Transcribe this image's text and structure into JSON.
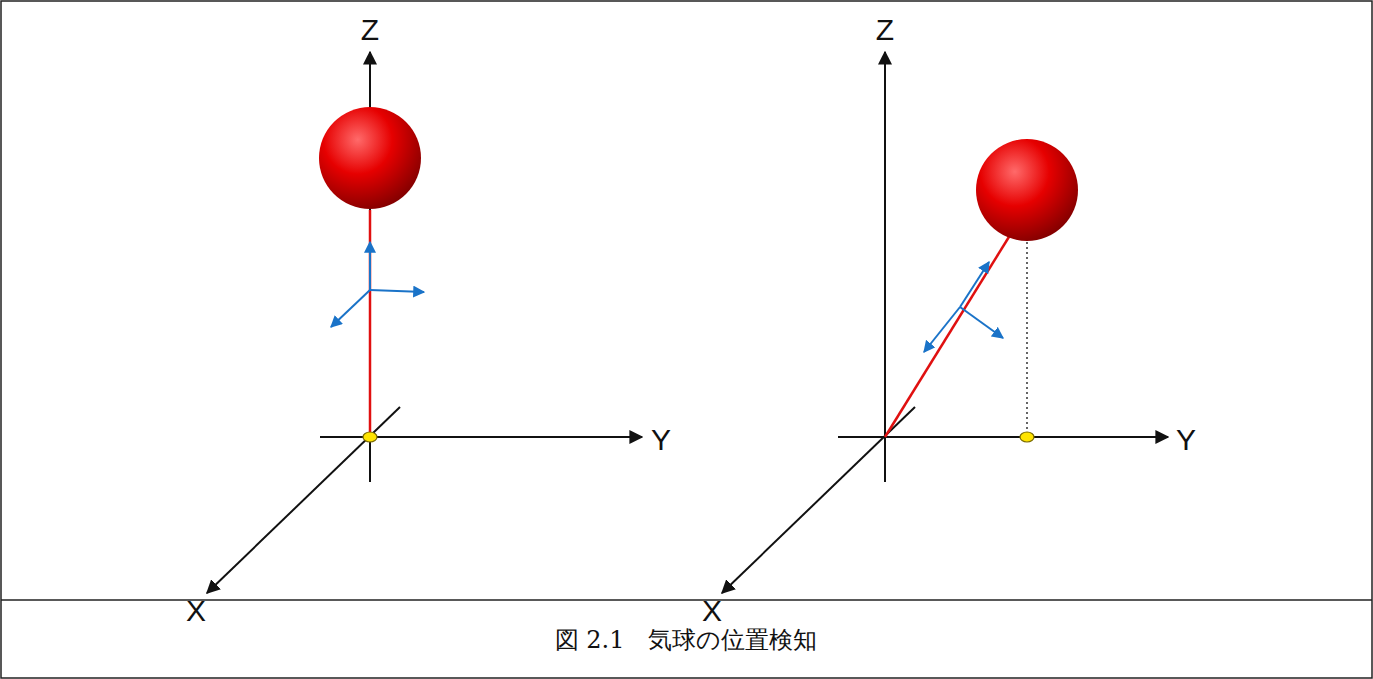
{
  "diagram": {
    "caption": "図 2.1　気球の位置検知",
    "labels": [
      "Z",
      "Y",
      "X",
      "Z",
      "Y",
      "X"
    ]
  }
}
